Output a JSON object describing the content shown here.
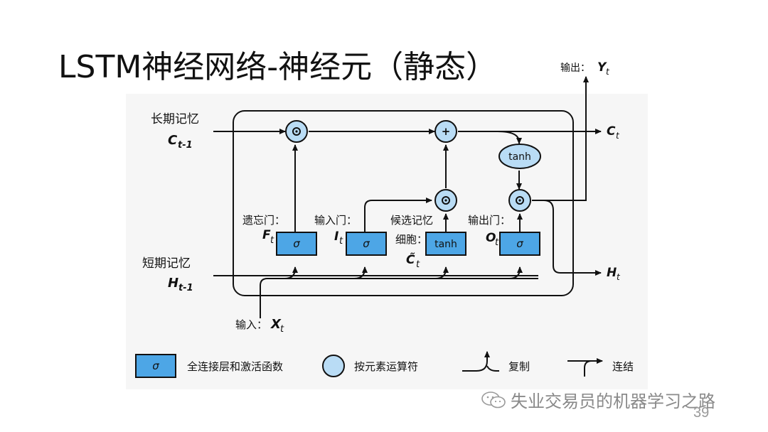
{
  "slide": {
    "title": "LSTM神经网络-神经元（静态）",
    "page_number": "39",
    "watermark": "失业交易员的机器学习之路"
  },
  "inputs": {
    "long_memory_label": "长期记忆",
    "long_memory_symbol": "C",
    "long_memory_sub": "t-1",
    "short_memory_label": "短期记忆",
    "short_memory_symbol": "H",
    "short_memory_sub": "t-1",
    "x_label": "输入：",
    "x_symbol": "X",
    "x_sub": "t"
  },
  "outputs": {
    "y_label": "输出：",
    "y_symbol": "Y",
    "y_sub": "t",
    "c_symbol": "C",
    "c_sub": "t",
    "h_symbol": "H",
    "h_sub": "t"
  },
  "gates": {
    "forget": {
      "label": "遗忘门：",
      "symbol": "F",
      "sub": "t",
      "box_text": "σ"
    },
    "input": {
      "label": "输入门：",
      "symbol": "I",
      "sub": "t",
      "box_text": "σ"
    },
    "candidate": {
      "label": "候选记忆",
      "cell_label": "细胞：",
      "symbol": "C̃",
      "sub": "t",
      "box_text": "tanh"
    },
    "output": {
      "label": "输出门：",
      "symbol": "O",
      "sub": "t",
      "box_text": "σ"
    }
  },
  "ops": {
    "multiply": "⊙",
    "add": "+",
    "tanh": "tanh"
  },
  "legend": {
    "layer_symbol": "σ",
    "layer_text": "全连接层和激活函数",
    "op_text": "按元素运算符",
    "copy_text": "复制",
    "concat_text": "连结"
  },
  "colors": {
    "gate_fill": "#4da6e6",
    "op_fill": "#b9dcf5",
    "stroke": "#111111"
  }
}
